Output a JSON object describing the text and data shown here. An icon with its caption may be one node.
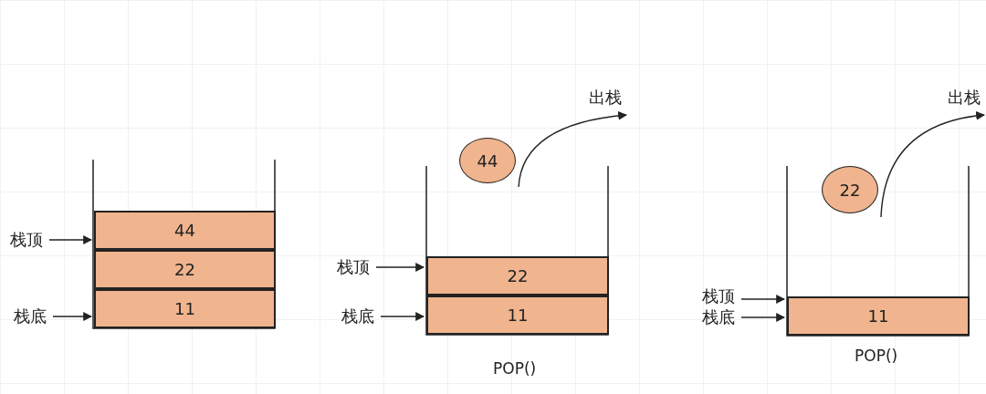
{
  "diagram": {
    "nodes": [
      {
        "text": [
          "栈顶"
        ]
      },
      {
        "text": [
          "44"
        ]
      },
      {
        "text": [
          "22"
        ]
      },
      {
        "text": [
          "栈底"
        ]
      },
      {
        "text": [
          "11"
        ]
      },
      {
        "text": [
          "出栈"
        ]
      },
      {
        "text": [
          "44"
        ]
      },
      {
        "text": [
          "栈顶"
        ]
      },
      {
        "text": [
          "22"
        ]
      },
      {
        "text": [
          "栈底"
        ]
      },
      {
        "text": [
          "11"
        ]
      },
      {
        "text": [
          "出栈"
        ]
      },
      {
        "text": [
          "22"
        ]
      },
      {
        "text": [
          "栈顶"
        ]
      },
      {
        "text": [
          "栈底"
        ]
      },
      {
        "text": [
          "11"
        ]
      }
    ],
    "edges": [
      {
        "from": 0,
        "to": 1,
        "arrow": "to"
      },
      {
        "from": 3,
        "to": 4,
        "arrow": "to"
      },
      {
        "from": 6,
        "to": 5,
        "arrow": "to"
      },
      {
        "from": 7,
        "to": 8,
        "arrow": "to"
      },
      {
        "from": 9,
        "to": 10,
        "arrow": "to"
      },
      {
        "from": 12,
        "to": 11,
        "arrow": "to"
      },
      {
        "from": 13,
        "to": 15,
        "arrow": "to"
      },
      {
        "from": 14,
        "to": 15,
        "arrow": "to"
      }
    ],
    "labels": [
      "POP()",
      "POP()"
    ]
  }
}
